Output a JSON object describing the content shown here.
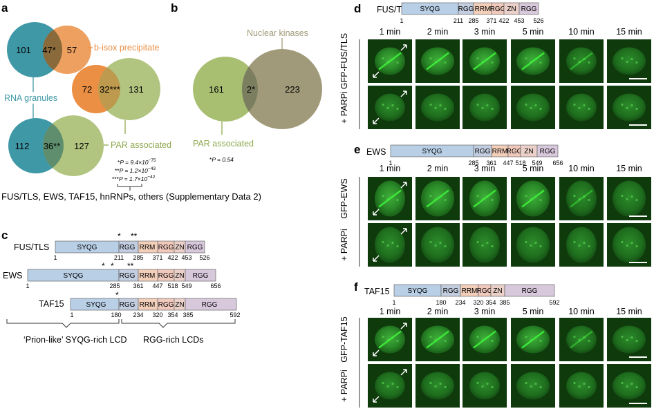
{
  "colors": {
    "rna_granules": "#3f98a6",
    "bisox": "#eb8f45",
    "par_associated": "#8fa84f",
    "nuclear_kinases": "#a09a7a",
    "domain_syqg": "#b8cfe6",
    "domain_rgg": "#c2cde0",
    "domain_rrm": "#f3cfba",
    "domain_rgg_zn": "#f0c9bc",
    "domain_rgg_end": "#d8c8dc",
    "cell_green": "#2ecc40"
  },
  "panel_labels": {
    "a": "a",
    "b": "b",
    "c": "c",
    "d": "d",
    "e": "e",
    "f": "f"
  },
  "panel_a": {
    "venn1": {
      "left": "101",
      "overlap": "47*",
      "right": "57"
    },
    "venn2": {
      "left": "72",
      "overlap": "32***",
      "right": "131"
    },
    "venn3": {
      "left": "112",
      "overlap": "36**",
      "right": "127"
    },
    "label_bisox": "b-isox precipitate",
    "label_rna": "RNA granules",
    "label_par": "PAR associated",
    "pvalues": [
      {
        "stars": "*",
        "text": "P = 9.4×10",
        "exp": "−75"
      },
      {
        "stars": "**",
        "text": "P = 1.2×10",
        "exp": "−43"
      },
      {
        "stars": "***",
        "text": "P = 1.7×10",
        "exp": "−42"
      }
    ],
    "footer": "FUS/TLS, EWS, TAF15, hnRNPs, others (Supplementary Data 2)"
  },
  "panel_b": {
    "left": "161",
    "overlap": "2*",
    "right": "223",
    "label_kinases": "Nuclear kinases",
    "label_par": "PAR associated",
    "pvalue": "P = 0.54"
  },
  "panel_c": {
    "fus": {
      "name": "FUS/TLS",
      "domains": [
        "SYQG",
        "RGG",
        "RRM",
        "RGG",
        "ZN",
        "RGG"
      ],
      "ticks": [
        "1",
        "211",
        "285",
        "371",
        "422",
        "453",
        "526"
      ],
      "stars": [
        "*",
        "**"
      ]
    },
    "ews": {
      "name": "EWS",
      "domains": [
        "SYQG",
        "RGG",
        "RRM",
        "RGG",
        "ZN",
        "RGG"
      ],
      "ticks": [
        "1",
        "285",
        "361",
        "447",
        "518",
        "549",
        "656"
      ],
      "stars": [
        "*",
        "*",
        "**"
      ]
    },
    "taf15": {
      "name": "TAF15",
      "domains": [
        "SYQG",
        "RGG",
        "RRM",
        "RGG",
        "ZN",
        "RGG"
      ],
      "ticks": [
        "1",
        "180",
        "234",
        "320",
        "354",
        "385",
        "592"
      ],
      "stars": [
        "*"
      ]
    },
    "lcd_left": "‘Prion-like’ SYQG-rich LCD",
    "lcd_right": "RGG-rich LCDs"
  },
  "panel_d": {
    "protein": "FUS/TLS",
    "domains": [
      "SYQG",
      "RGG",
      "RRM",
      "RGG",
      "ZN",
      "RGG"
    ],
    "ticks": [
      "1",
      "211",
      "285",
      "371",
      "422",
      "453",
      "526"
    ],
    "times": [
      "1 min",
      "2 min",
      "3 min",
      "5 min",
      "10 min",
      "15 min"
    ],
    "row1": "GFP-FUS/TLS",
    "row2": "+ PARPi"
  },
  "panel_e": {
    "protein": "EWS",
    "domains": [
      "SYQG",
      "RGG",
      "RRM",
      "RGG",
      "ZN",
      "RGG"
    ],
    "ticks": [
      "1",
      "285",
      "361",
      "447",
      "518",
      "549",
      "656"
    ],
    "times": [
      "1 min",
      "2 min",
      "3 min",
      "5 min",
      "10 min",
      "15 min"
    ],
    "row1": "GFP-EWS",
    "row2": "+ PARPi"
  },
  "panel_f": {
    "protein": "TAF15",
    "domains": [
      "SYQG",
      "RGG",
      "RRM",
      "RGG",
      "ZN",
      "RGG"
    ],
    "ticks": [
      "1",
      "180",
      "234",
      "320",
      "354",
      "385",
      "592"
    ],
    "times": [
      "1 min",
      "2 min",
      "3 min",
      "5 min",
      "10 min",
      "15 min"
    ],
    "row1": "GFP-TAF15",
    "row2": "+ PARPi"
  }
}
